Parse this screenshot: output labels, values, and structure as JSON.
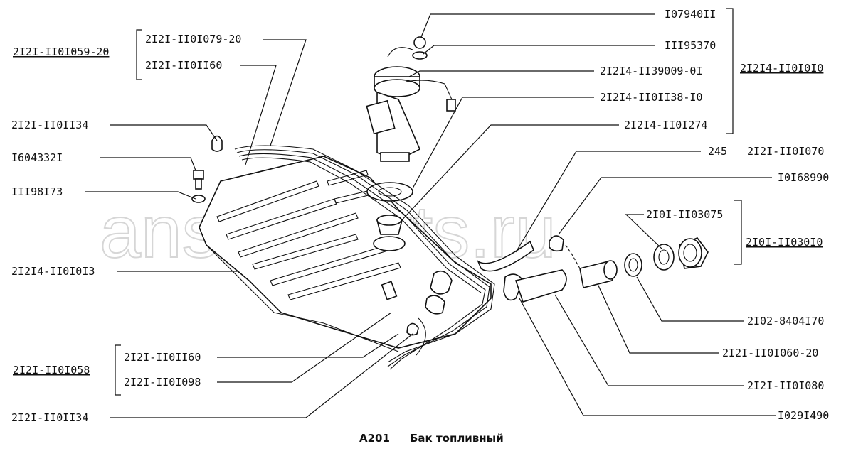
{
  "watermark": "ansat-parts.ru",
  "caption": {
    "code": "A201",
    "title": "Бак топливный"
  },
  "callouts": {
    "p1": "2I2I-II0I079-20",
    "p2": "2I2I-II0II60",
    "p3": "2I2I-II0I059-20",
    "p4": "2I2I-II0II34",
    "p5": "I604332I",
    "p6": "III98I73",
    "p7": "2I2I4-II0I0I3",
    "p8": "2I2I-II0II60",
    "p9": "2I2I-II0I058",
    "p10": "2I2I-II0I098",
    "p11": "2I2I-II0II34",
    "p12": "I07940II",
    "p13": "III95370",
    "p14": "2I2I4-II39009-0I",
    "p15": "2I2I4-II0I0I0",
    "p16": "2I2I4-II0II38-I0",
    "p17": "2I2I4-II0I274",
    "p18": "245",
    "p19": "2I2I-II0I070",
    "p20": "I0I68990",
    "p21": "2I0I-II03075",
    "p22": "2I0I-II030I0",
    "p23": "2I02-8404I70",
    "p24": "2I2I-II0I060-20",
    "p25": "2I2I-II0I080",
    "p26": "I029I490"
  }
}
